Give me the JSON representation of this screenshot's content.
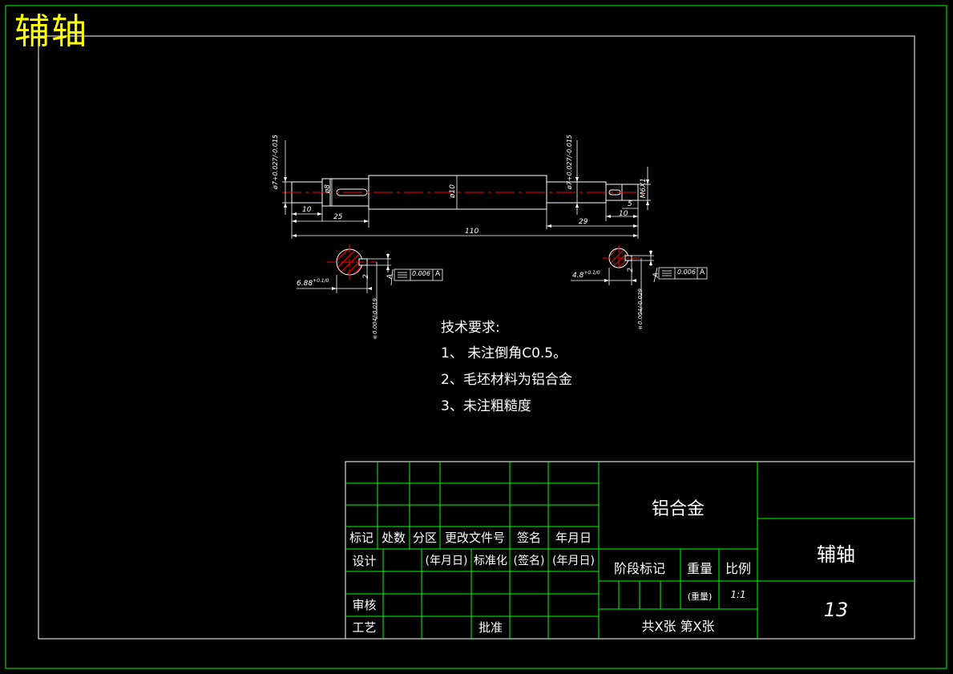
{
  "header": {
    "title": "辅轴"
  },
  "requirements": {
    "title": "技术要求:",
    "items": [
      "1、 未注倒角C0.5。",
      "2、毛坯材料为铝合金",
      "3、未注粗糙度"
    ]
  },
  "dimensions": {
    "len_10_left": "10",
    "len_25": "25",
    "len_110": "110",
    "len_29": "29",
    "len_10_right": "10",
    "len_5": "5",
    "dia_8": "ø8",
    "dia_10": "ø10",
    "dia_left_tol": "ø7+0.027/-0.015",
    "dia_right_tol": "ø7+0.027/-0.015",
    "m6": "M6X1",
    "left_section_key": "6.88",
    "left_section_key_tol": "+0.1/0",
    "left_section_width": "2",
    "left_section_sym": "±0.004/-0.019",
    "right_section_key": "4.8",
    "right_section_key_tol": "+0.1/0",
    "right_section_width": "2",
    "right_section_sym": "±0.004/-0.029",
    "symmetry_tol": "0.006",
    "datum": "A",
    "datum_label": "A"
  },
  "title_block": {
    "material": "铝合金",
    "part_name": "辅轴",
    "drawing_number": "13",
    "scale": "1:1",
    "weight": "(重量)",
    "sheets": "共X张 第X张",
    "headers": {
      "mark": "标记",
      "count": "处数",
      "zone": "分区",
      "doc_no": "更改文件号",
      "signature": "签名",
      "date": "年月日"
    },
    "design": "设计",
    "design_date": "(年月日)",
    "standard": "标准化",
    "standard_sign": "(签名)",
    "standard_date": "(年月日)",
    "stage_mark": "阶段标记",
    "weight_label": "重量",
    "scale_label": "比例",
    "review": "审核",
    "process": "工艺",
    "approve": "批准"
  },
  "colors": {
    "background": "#000000",
    "frame": "#00ff00",
    "geometry": "#ffffff",
    "centerline": "#ff0000",
    "title": "#ffff00"
  }
}
